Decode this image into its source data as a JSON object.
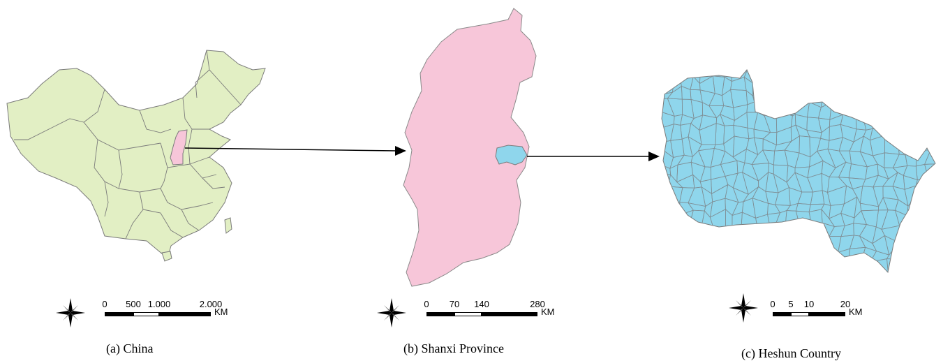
{
  "panels": [
    {
      "id": "china",
      "caption": "(a) China",
      "fill": "#e2efc4",
      "highlight": "#f7c6d9",
      "scale_ticks": [
        "0",
        "500",
        "1.000",
        "2.000"
      ],
      "scale_unit": "KM"
    },
    {
      "id": "shanxi",
      "caption": "(b) Shanxi Province",
      "fill": "#f7c6d9",
      "highlight": "#8fd6ec",
      "scale_ticks": [
        "0",
        "70",
        "140",
        "280"
      ],
      "scale_unit": "KM"
    },
    {
      "id": "heshun",
      "caption": "(c) Heshun Country",
      "fill": "#8fd6ec",
      "highlight": "#8fd6ec",
      "scale_ticks": [
        "0",
        "5",
        "10",
        "20"
      ],
      "scale_unit": "KM"
    }
  ],
  "colors": {
    "border": "#7a7a7a",
    "arrow": "#000000"
  },
  "icons": [
    "north-arrow-icon",
    "north-arrow-icon",
    "north-arrow-icon"
  ]
}
